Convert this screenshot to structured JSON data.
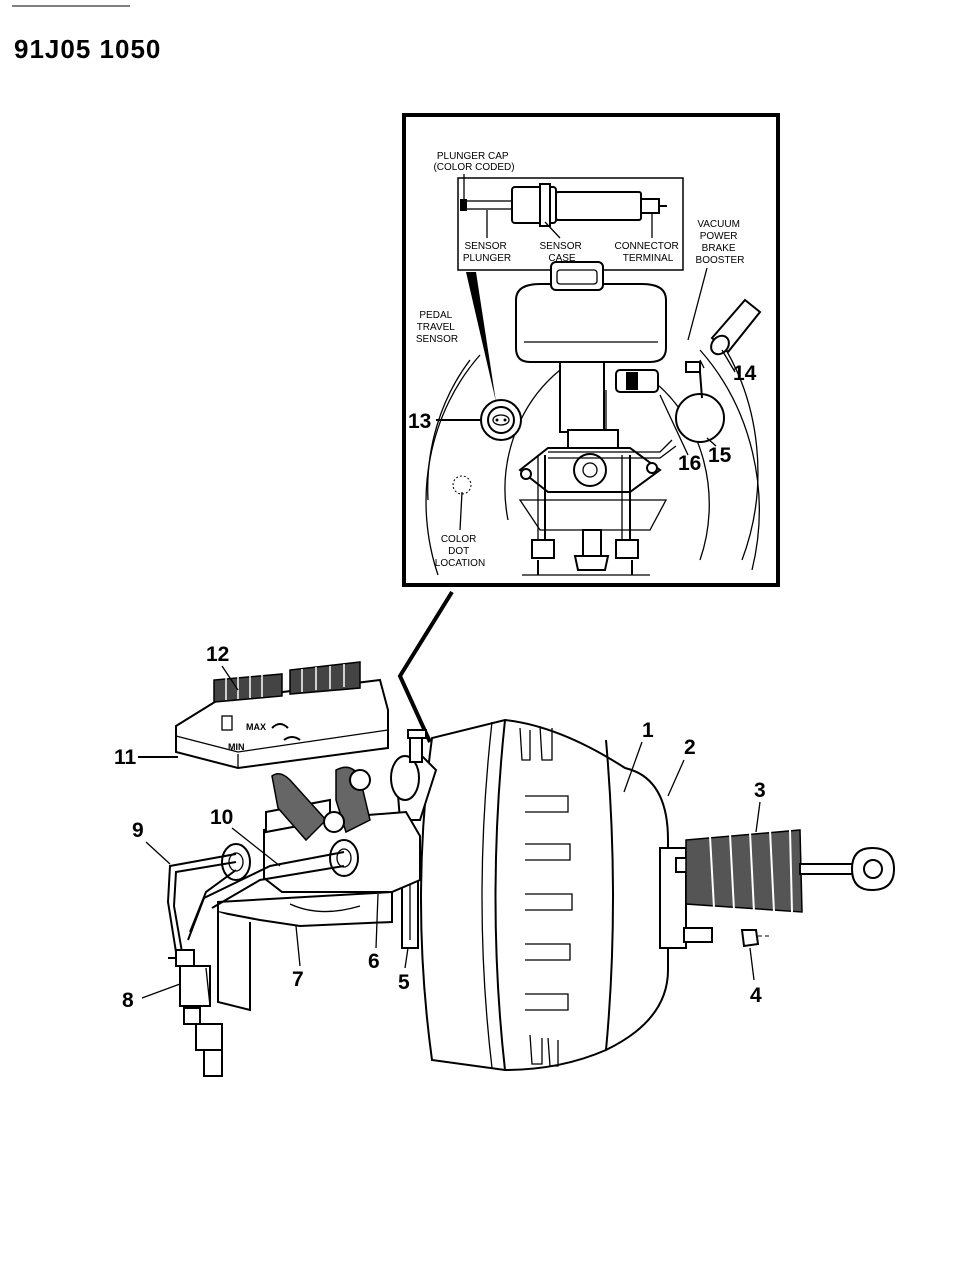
{
  "header": {
    "drawing_number": "91J05 1050"
  },
  "inset": {
    "labels": {
      "plunger_cap": [
        "PLUNGER CAP",
        "(COLOR CODED)"
      ],
      "sensor_plunger": [
        "SENSOR",
        "PLUNGER"
      ],
      "sensor_case": [
        "SENSOR",
        "CASE"
      ],
      "connector_terminal": [
        "CONNECTOR",
        "TERMINAL"
      ],
      "vacuum_booster": [
        "VACUUM",
        "POWER",
        "BRAKE",
        "BOOSTER"
      ],
      "pedal_travel_sensor": [
        "PEDAL",
        "TRAVEL",
        "SENSOR"
      ],
      "color_dot_location": [
        "COLOR",
        "DOT",
        "LOCATION"
      ]
    },
    "callouts": {
      "c13": "13",
      "c14": "14",
      "c15": "15",
      "c16": "16"
    }
  },
  "main": {
    "reservoir_marks": {
      "max": "MAX",
      "min": "MIN"
    },
    "callouts": {
      "c1": "1",
      "c2": "2",
      "c3": "3",
      "c4": "4",
      "c5": "5",
      "c6": "6",
      "c7": "7",
      "c8": "8",
      "c9": "9",
      "c10": "10",
      "c11": "11",
      "c12": "12"
    }
  }
}
